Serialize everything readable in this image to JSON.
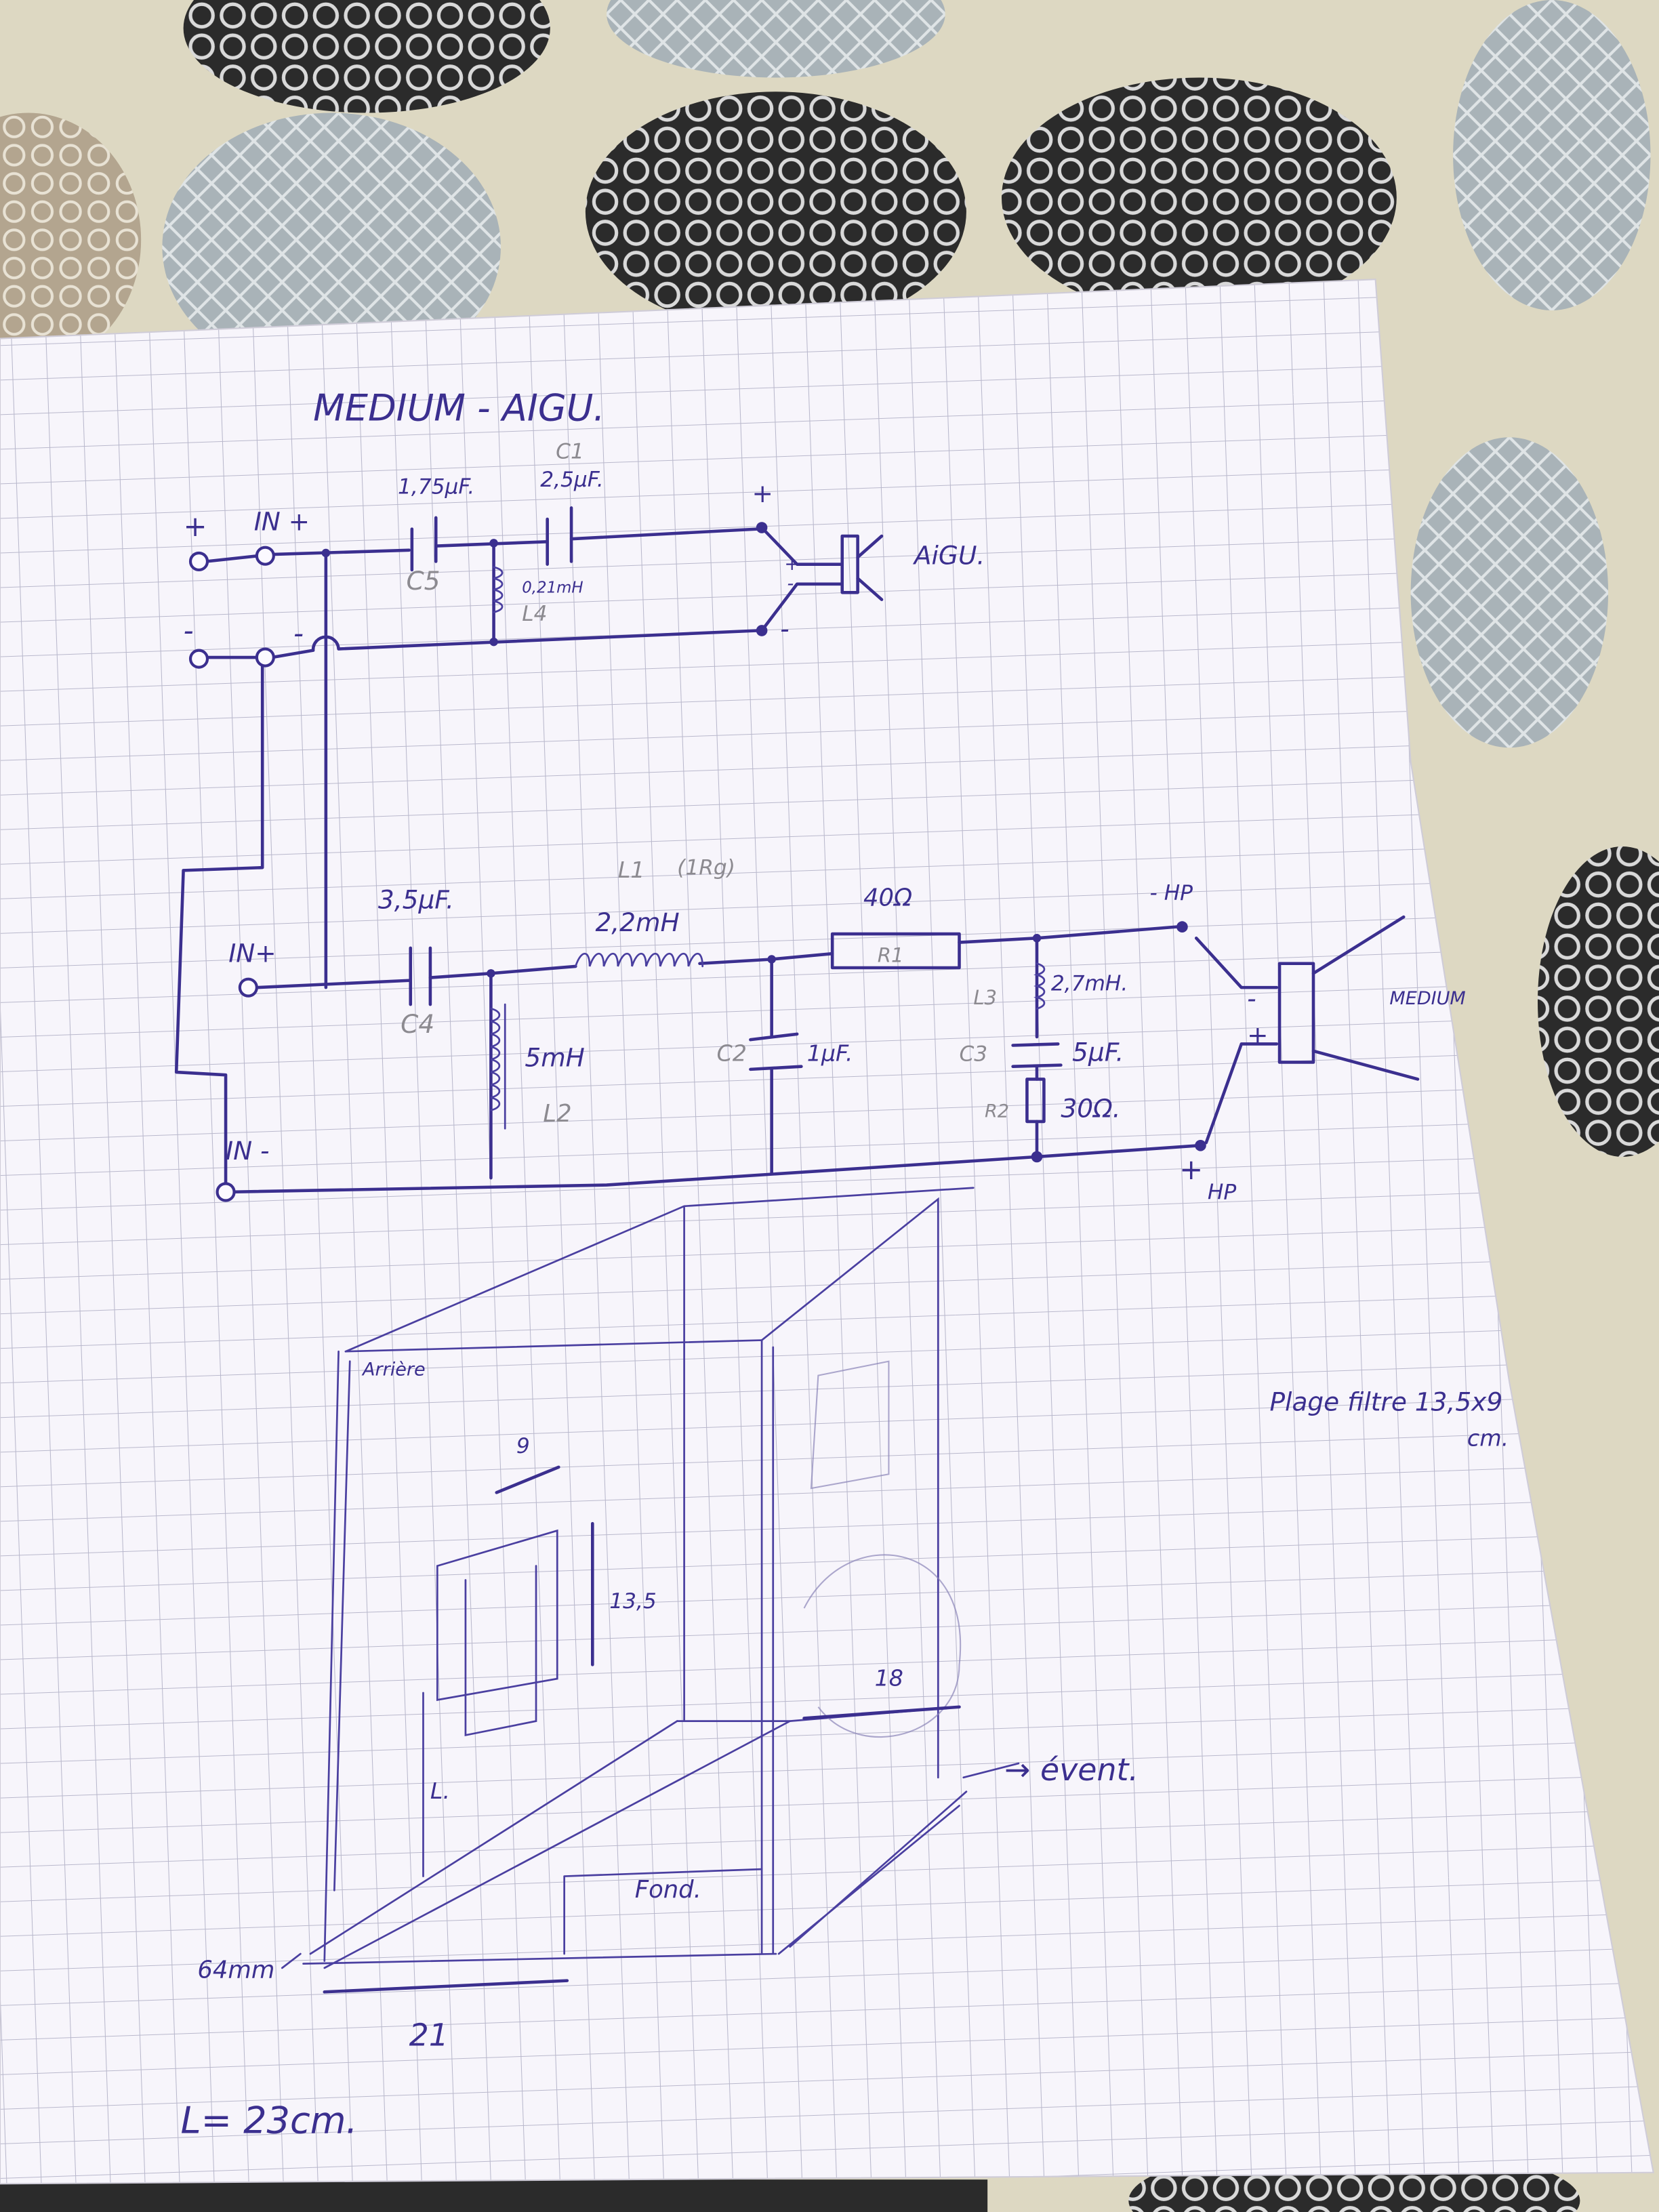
{
  "title": "MEDIUM - AIGU.",
  "tweeter_section": {
    "input_plus_label": "IN +",
    "plus_sign": "+",
    "minus_sign": "-",
    "c5_value": "1,75µF.",
    "c5_label": "C5",
    "c1_label": "C1",
    "c1_value": "2,5µF.",
    "l4_value": "0,21mH",
    "l4_label": "L4",
    "out_plus": "+",
    "out_minus": "-",
    "speaker_plus": "+",
    "speaker_minus": "-",
    "speaker_label": "AiGU."
  },
  "medium_section": {
    "input_plus_label": "IN+",
    "input_minus_label": "IN -",
    "c4_value": "3,5µF.",
    "c4_label": "C4",
    "l1_label": "L1",
    "l1_note": "(1Rg)",
    "l1_value": "2,2mH",
    "l2_value": "5mH",
    "l2_label": "L2",
    "c2_label": "C2",
    "c2_value": "1µF.",
    "r1_value": "40Ω",
    "r1_label": "R1",
    "l3_label": "L3",
    "l3_value": "2,7mH.",
    "c3_label": "C3",
    "c3_value": "5µF.",
    "r2_label": "R2",
    "r2_value": "30Ω.",
    "hp_minus": "- HP",
    "hp_plus_sign": "+",
    "hp_plus": "HP",
    "speaker_minus": "-",
    "speaker_plus": "+",
    "speaker_label": "MEDIUM"
  },
  "enclosure": {
    "rear_label": "Arrière",
    "width_top": "9",
    "height_dim": "13,5",
    "depth_dim": "18",
    "vent_label": "→ évent.",
    "bottom_label": "Fond.",
    "l_label": "L.",
    "thickness_label": "64mm",
    "width_bottom": "21",
    "filter_plate_note_1": "Plage filtre 13,5x9",
    "filter_plate_note_2": "cm.",
    "length_note": "L= 23cm."
  },
  "colors": {
    "ink": "#3b2f8f",
    "paper": "#f7f5fb",
    "grid": "#b9b8cc",
    "tablecloth": "#ddd8c2"
  }
}
